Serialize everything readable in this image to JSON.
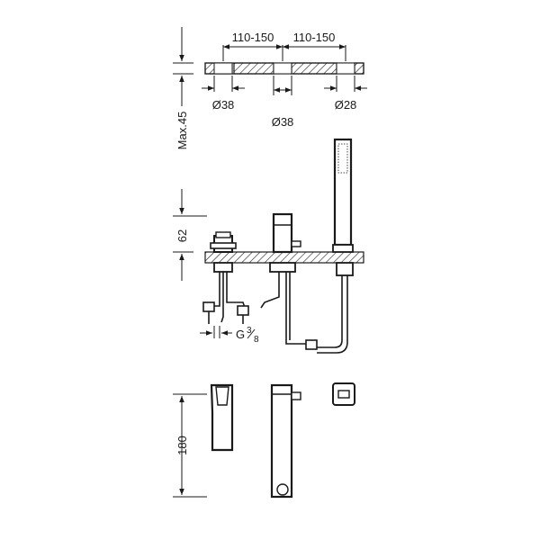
{
  "dimensions": {
    "spacing_left": "110-150",
    "spacing_right": "110-150",
    "hole_left": "Ø38",
    "hole_center": "Ø38",
    "hole_right": "Ø28",
    "deck_max": "Max.45",
    "valve_height": "62",
    "thread_main": "G",
    "thread_num": "3",
    "thread_den": "8",
    "spout_height": "180"
  }
}
